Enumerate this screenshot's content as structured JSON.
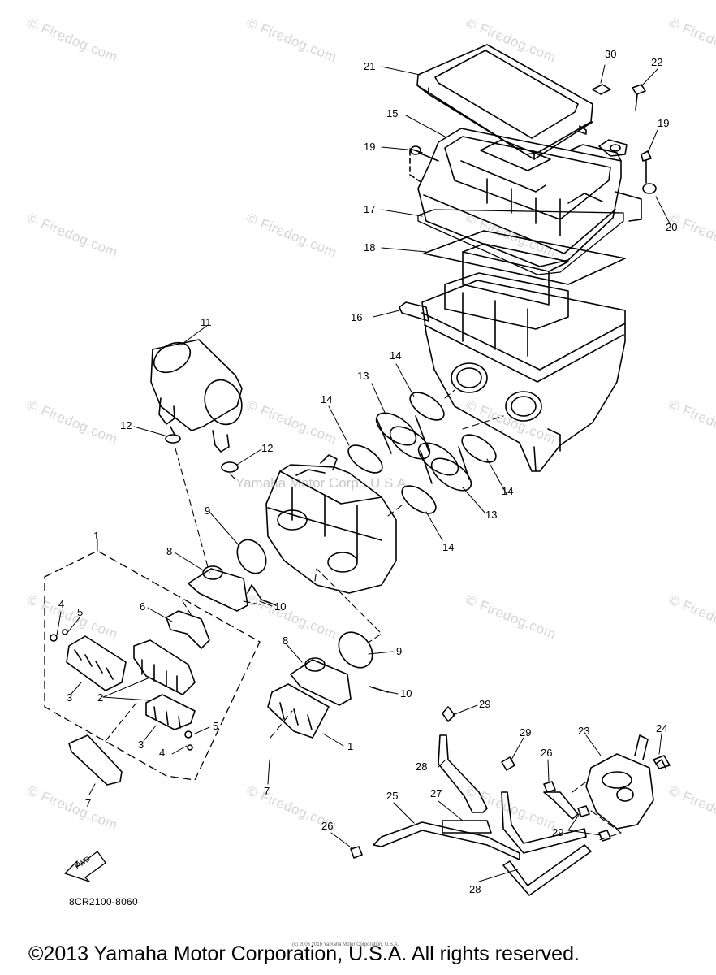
{
  "watermark_text": "© Firedog.com",
  "center_watermark": "Yamaha Motor Corp., U.S.A.",
  "part_code": "8CR2100-8060",
  "fwd_label": "FWD",
  "copyright": "©2013 Yamaha Motor Corporation, U.S.A. All rights reserved.",
  "tiny_copyright": "(c) 2006 2016 Yamaha Motor Corporation, U.S.A.",
  "callouts": {
    "c21": "21",
    "c30": "30",
    "c22": "22",
    "c15": "15",
    "c19a": "19",
    "c19b": "19",
    "c17": "17",
    "c20": "20",
    "c18": "18",
    "c16": "16",
    "c11": "11",
    "c14a": "14",
    "c13a": "13",
    "c14b": "14",
    "c12a": "12",
    "c12b": "12",
    "c14c": "14",
    "c13b": "13",
    "c14d": "14",
    "c9a": "9",
    "c1a": "1",
    "c8a": "8",
    "c10a": "10",
    "c4a": "4",
    "c5a": "5",
    "c6": "6",
    "c8b": "8",
    "c9b": "9",
    "c3a": "3",
    "c2": "2",
    "c10b": "10",
    "c29a": "29",
    "c5b": "5",
    "c3b": "3",
    "c4b": "4",
    "c1b": "1",
    "c29b": "29",
    "c23": "23",
    "c24": "24",
    "c26a": "26",
    "c28a": "28",
    "c7a": "7",
    "c7b": "7",
    "c25": "25",
    "c27": "27",
    "c26b": "26",
    "c29c": "29",
    "c28b": "28"
  }
}
